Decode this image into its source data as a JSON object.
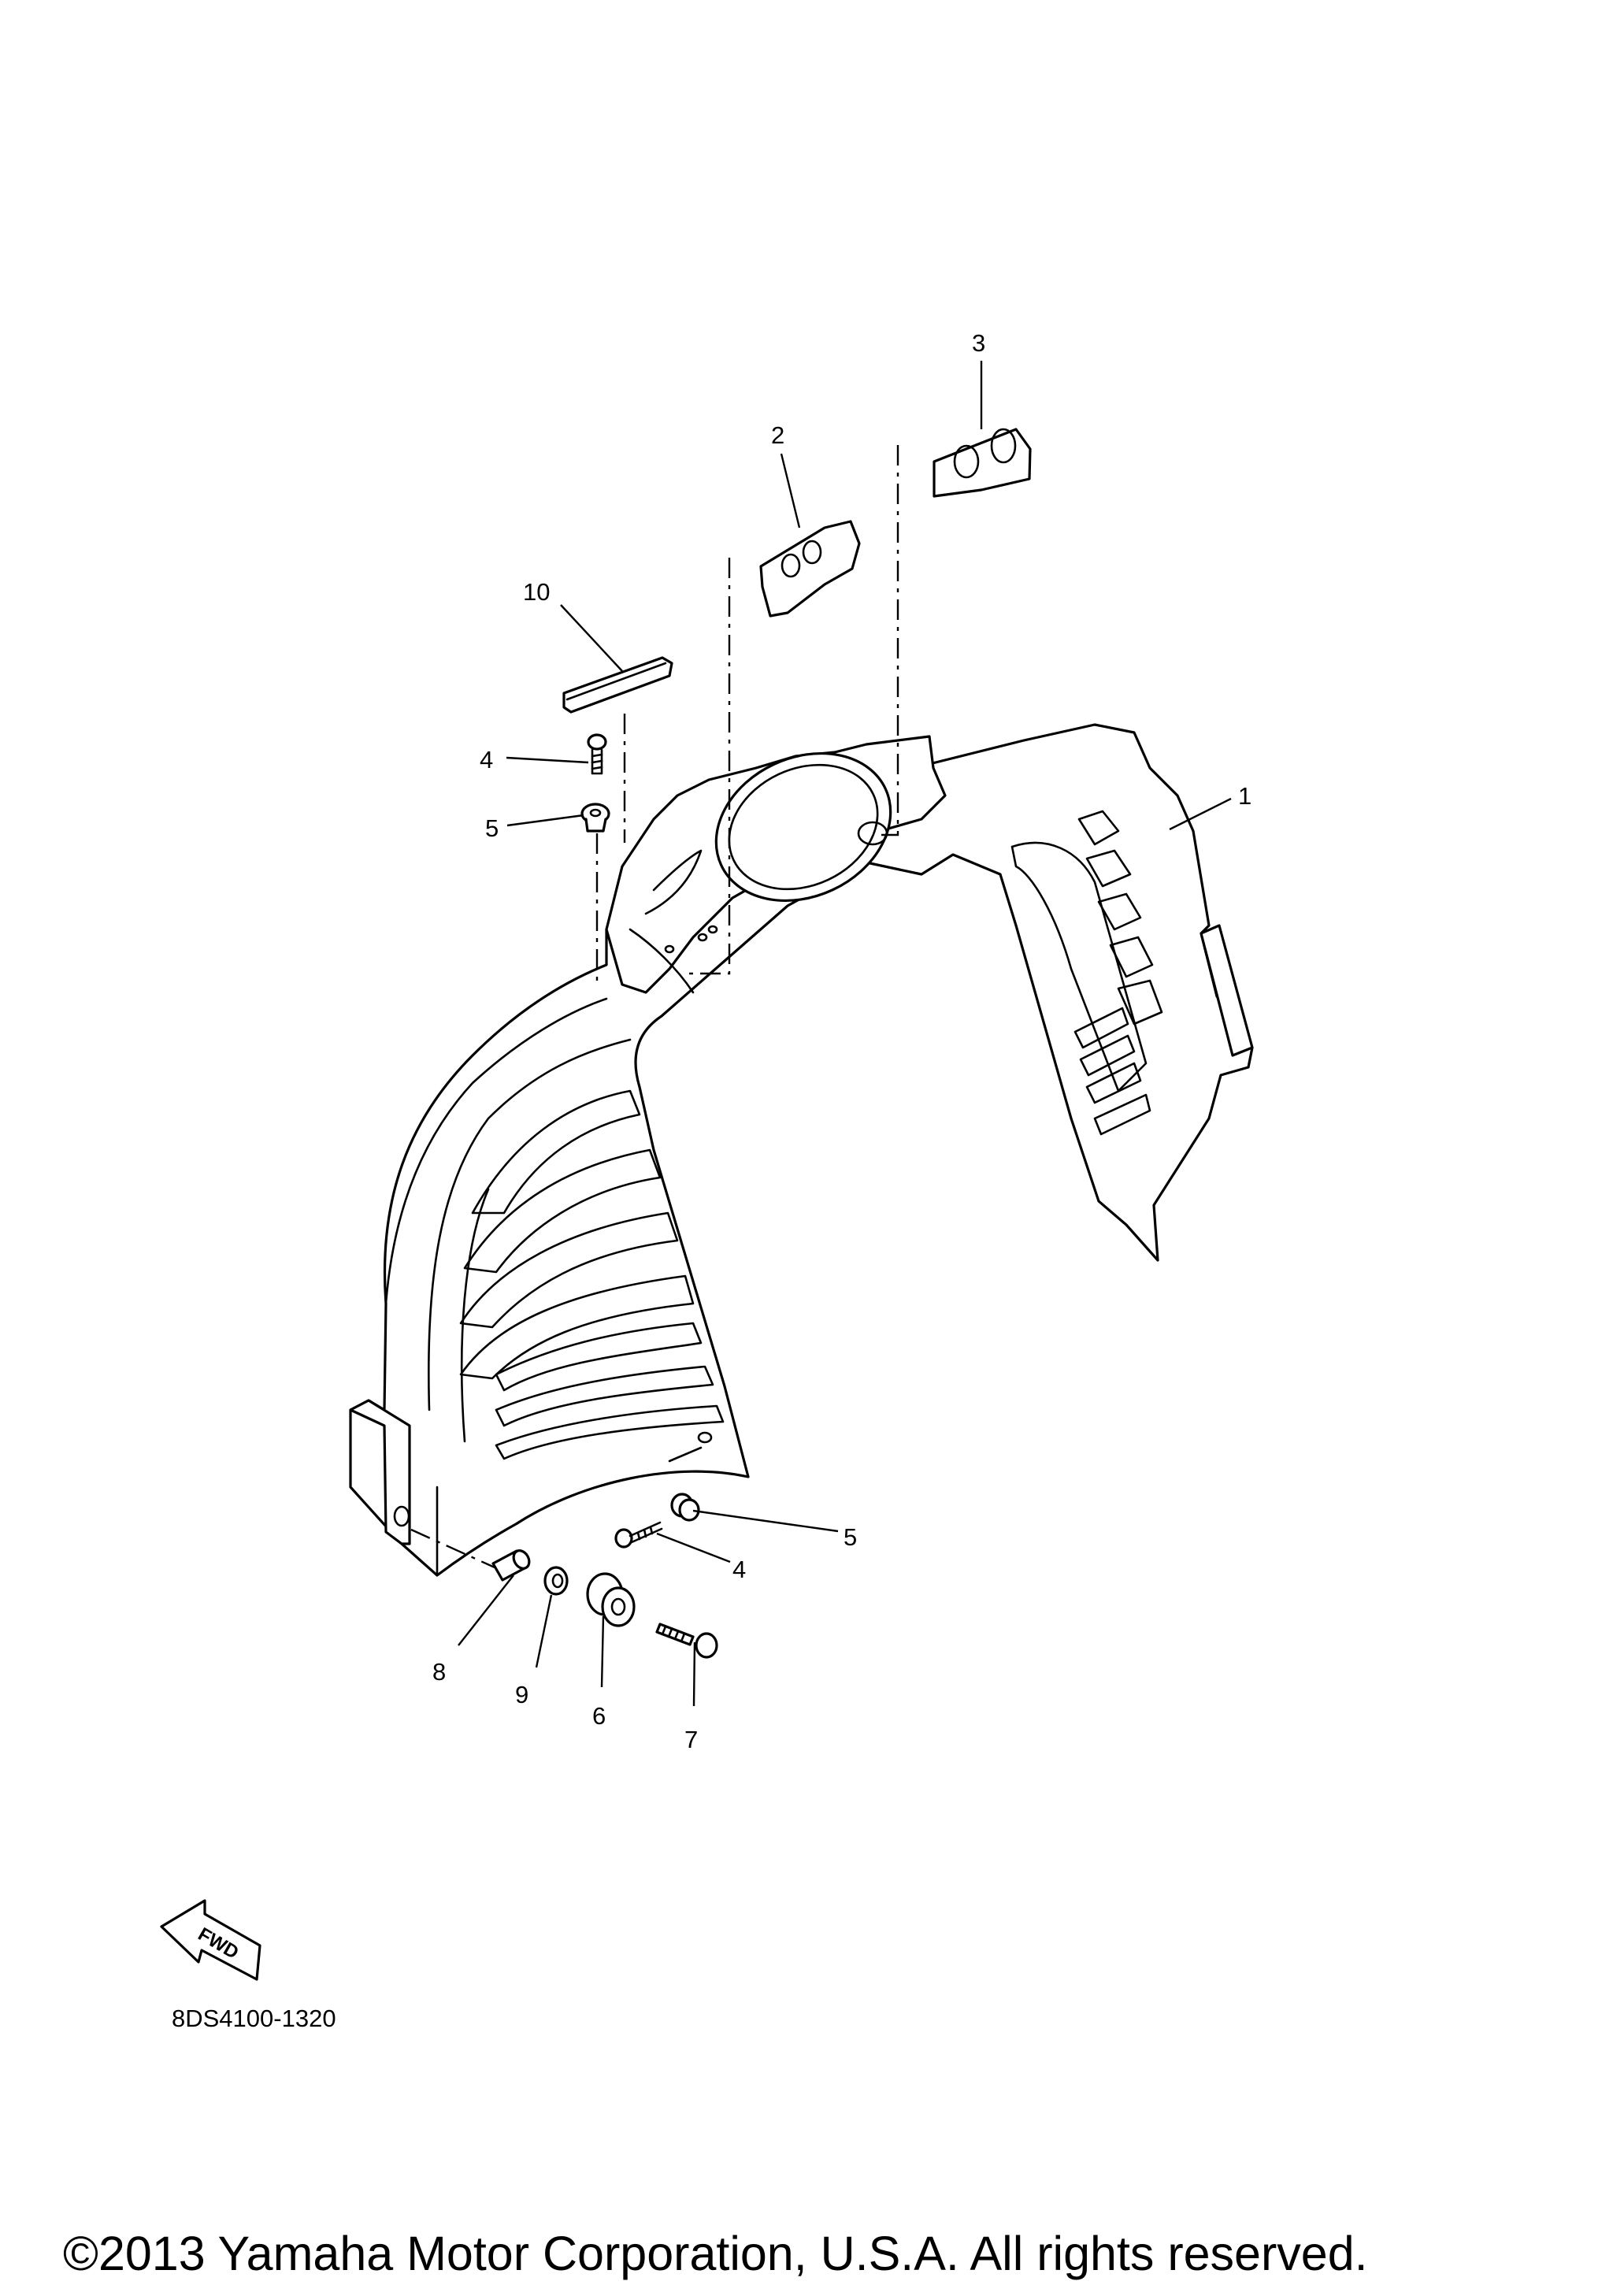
{
  "callouts": {
    "c1": "1",
    "c2": "2",
    "c3": "3",
    "c4_top": "4",
    "c5_top": "5",
    "c4_bottom": "4",
    "c5_bottom": "5",
    "c6": "6",
    "c7": "7",
    "c8": "8",
    "c9": "9",
    "c10": "10"
  },
  "forward_arrow_label": "FWD",
  "diagram_code": "8DS4100-1320",
  "copyright": "©2013 Yamaha Motor Corporation, U.S.A. All rights reserved."
}
